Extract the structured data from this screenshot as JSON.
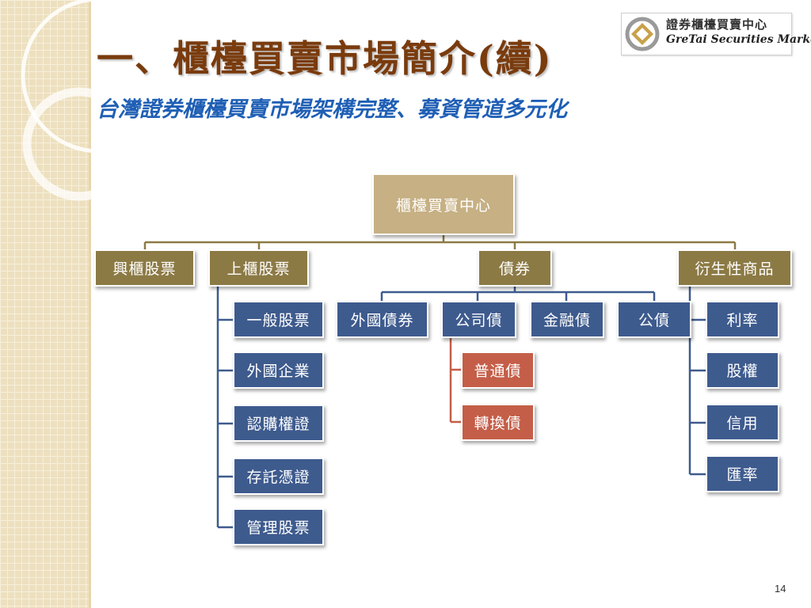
{
  "slide": {
    "title": "一、櫃檯買賣市場簡介(續)",
    "subtitle": "台灣證券櫃檯買賣市場架構完整、募資管道多元化",
    "page_number": "14"
  },
  "logo": {
    "text_cn": "證券櫃檯買賣中心",
    "text_en": "GreTai Securities Market"
  },
  "colors": {
    "title": "#7a3b0d",
    "subtitle": "#1f5fb5",
    "root_box": "#c6b084",
    "level1_box": "#8c7a45",
    "leaf_box": "#3e5b8e",
    "bond_sub_box": "#c45e48",
    "connector": "#8c7a45"
  },
  "org_chart": {
    "root": "櫃檯買賣中心",
    "emerging": "興櫃股票",
    "listed": {
      "label": "上櫃股票",
      "children": [
        "一般股票",
        "外國企業",
        "認購權證",
        "存託憑證",
        "管理股票"
      ]
    },
    "bonds": {
      "label": "債券",
      "children": [
        "外國債券",
        "公司債",
        "金融債",
        "公債"
      ],
      "corporate_children": [
        "普通債",
        "轉換債"
      ]
    },
    "derivatives": {
      "label": "衍生性商品",
      "children": [
        "利率",
        "股權",
        "信用",
        "匯率"
      ]
    }
  }
}
